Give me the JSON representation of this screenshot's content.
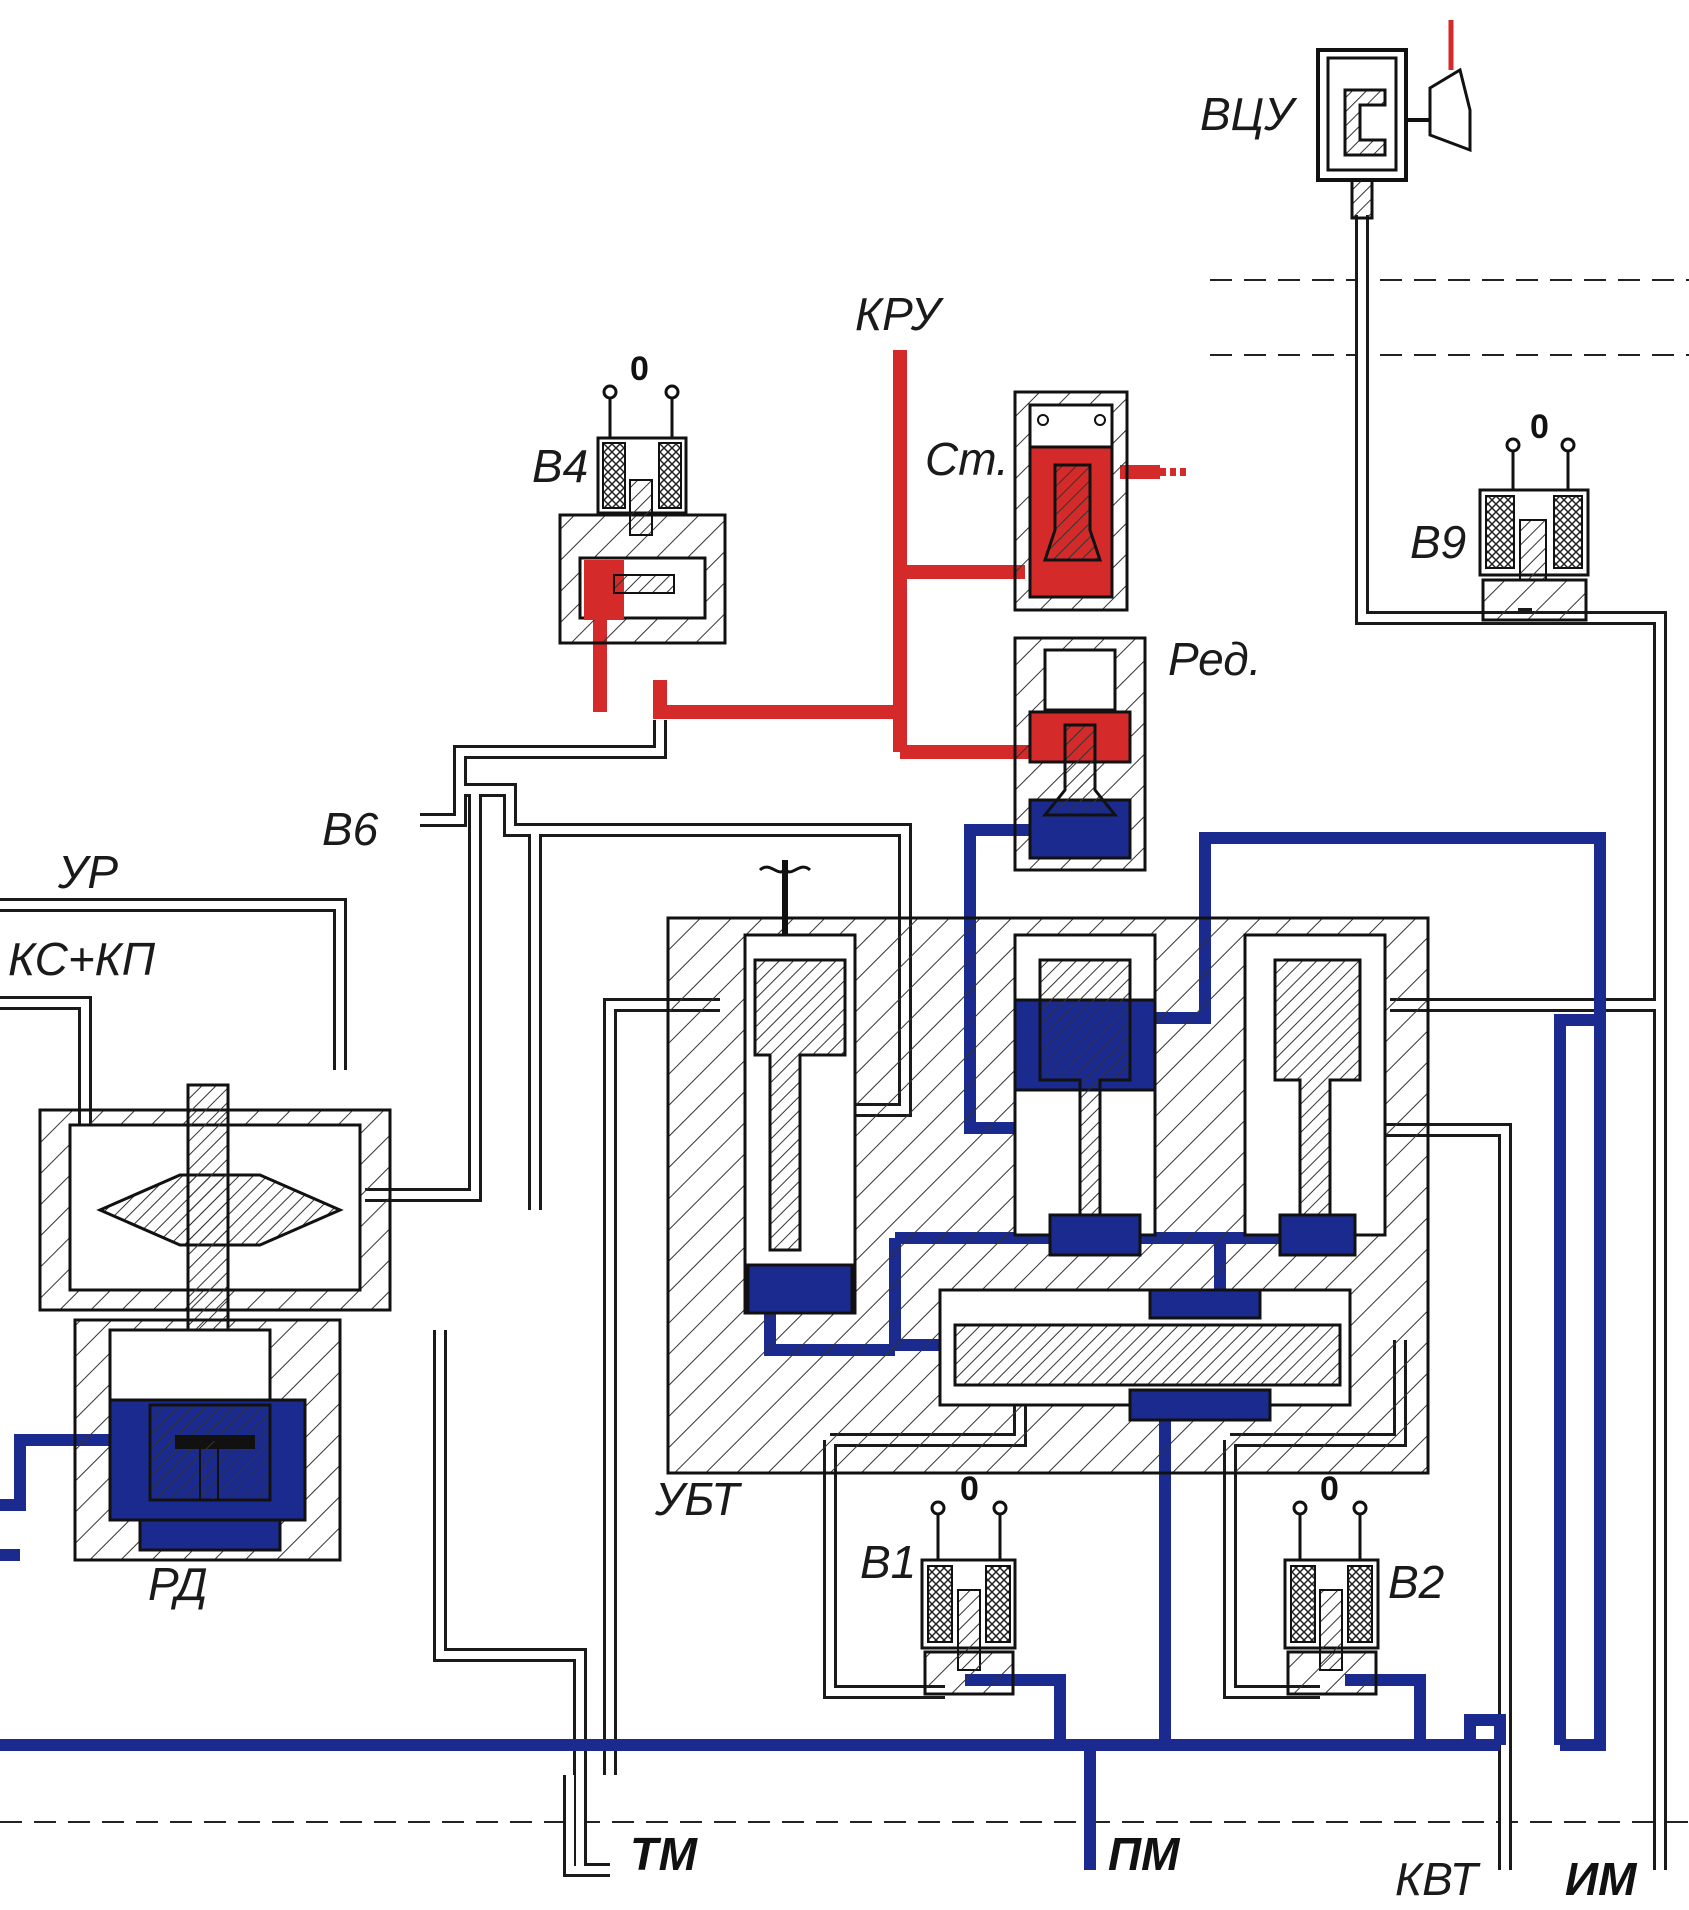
{
  "labels": {
    "vcu": "ВЦУ",
    "kru": "КРУ",
    "st": "Ст.",
    "red": "Ред.",
    "b4": "В4",
    "b9": "В9",
    "b6": "В6",
    "ur": "УР",
    "ks_kp": "КС+КП",
    "rd": "РД",
    "ubt": "УБТ",
    "b1": "В1",
    "b2": "В2",
    "tm": "ТМ",
    "pm": "ПМ",
    "kvt": "КВТ",
    "im": "ИМ"
  },
  "valve_marks": {
    "b4": "0",
    "b9": "0",
    "b1": "0",
    "b2": "0"
  },
  "colors": {
    "supply_red": "#d42a2a",
    "pressure_blue": "#1b2a8e",
    "line_black": "#1a1a1a",
    "hatch": "#333333"
  }
}
